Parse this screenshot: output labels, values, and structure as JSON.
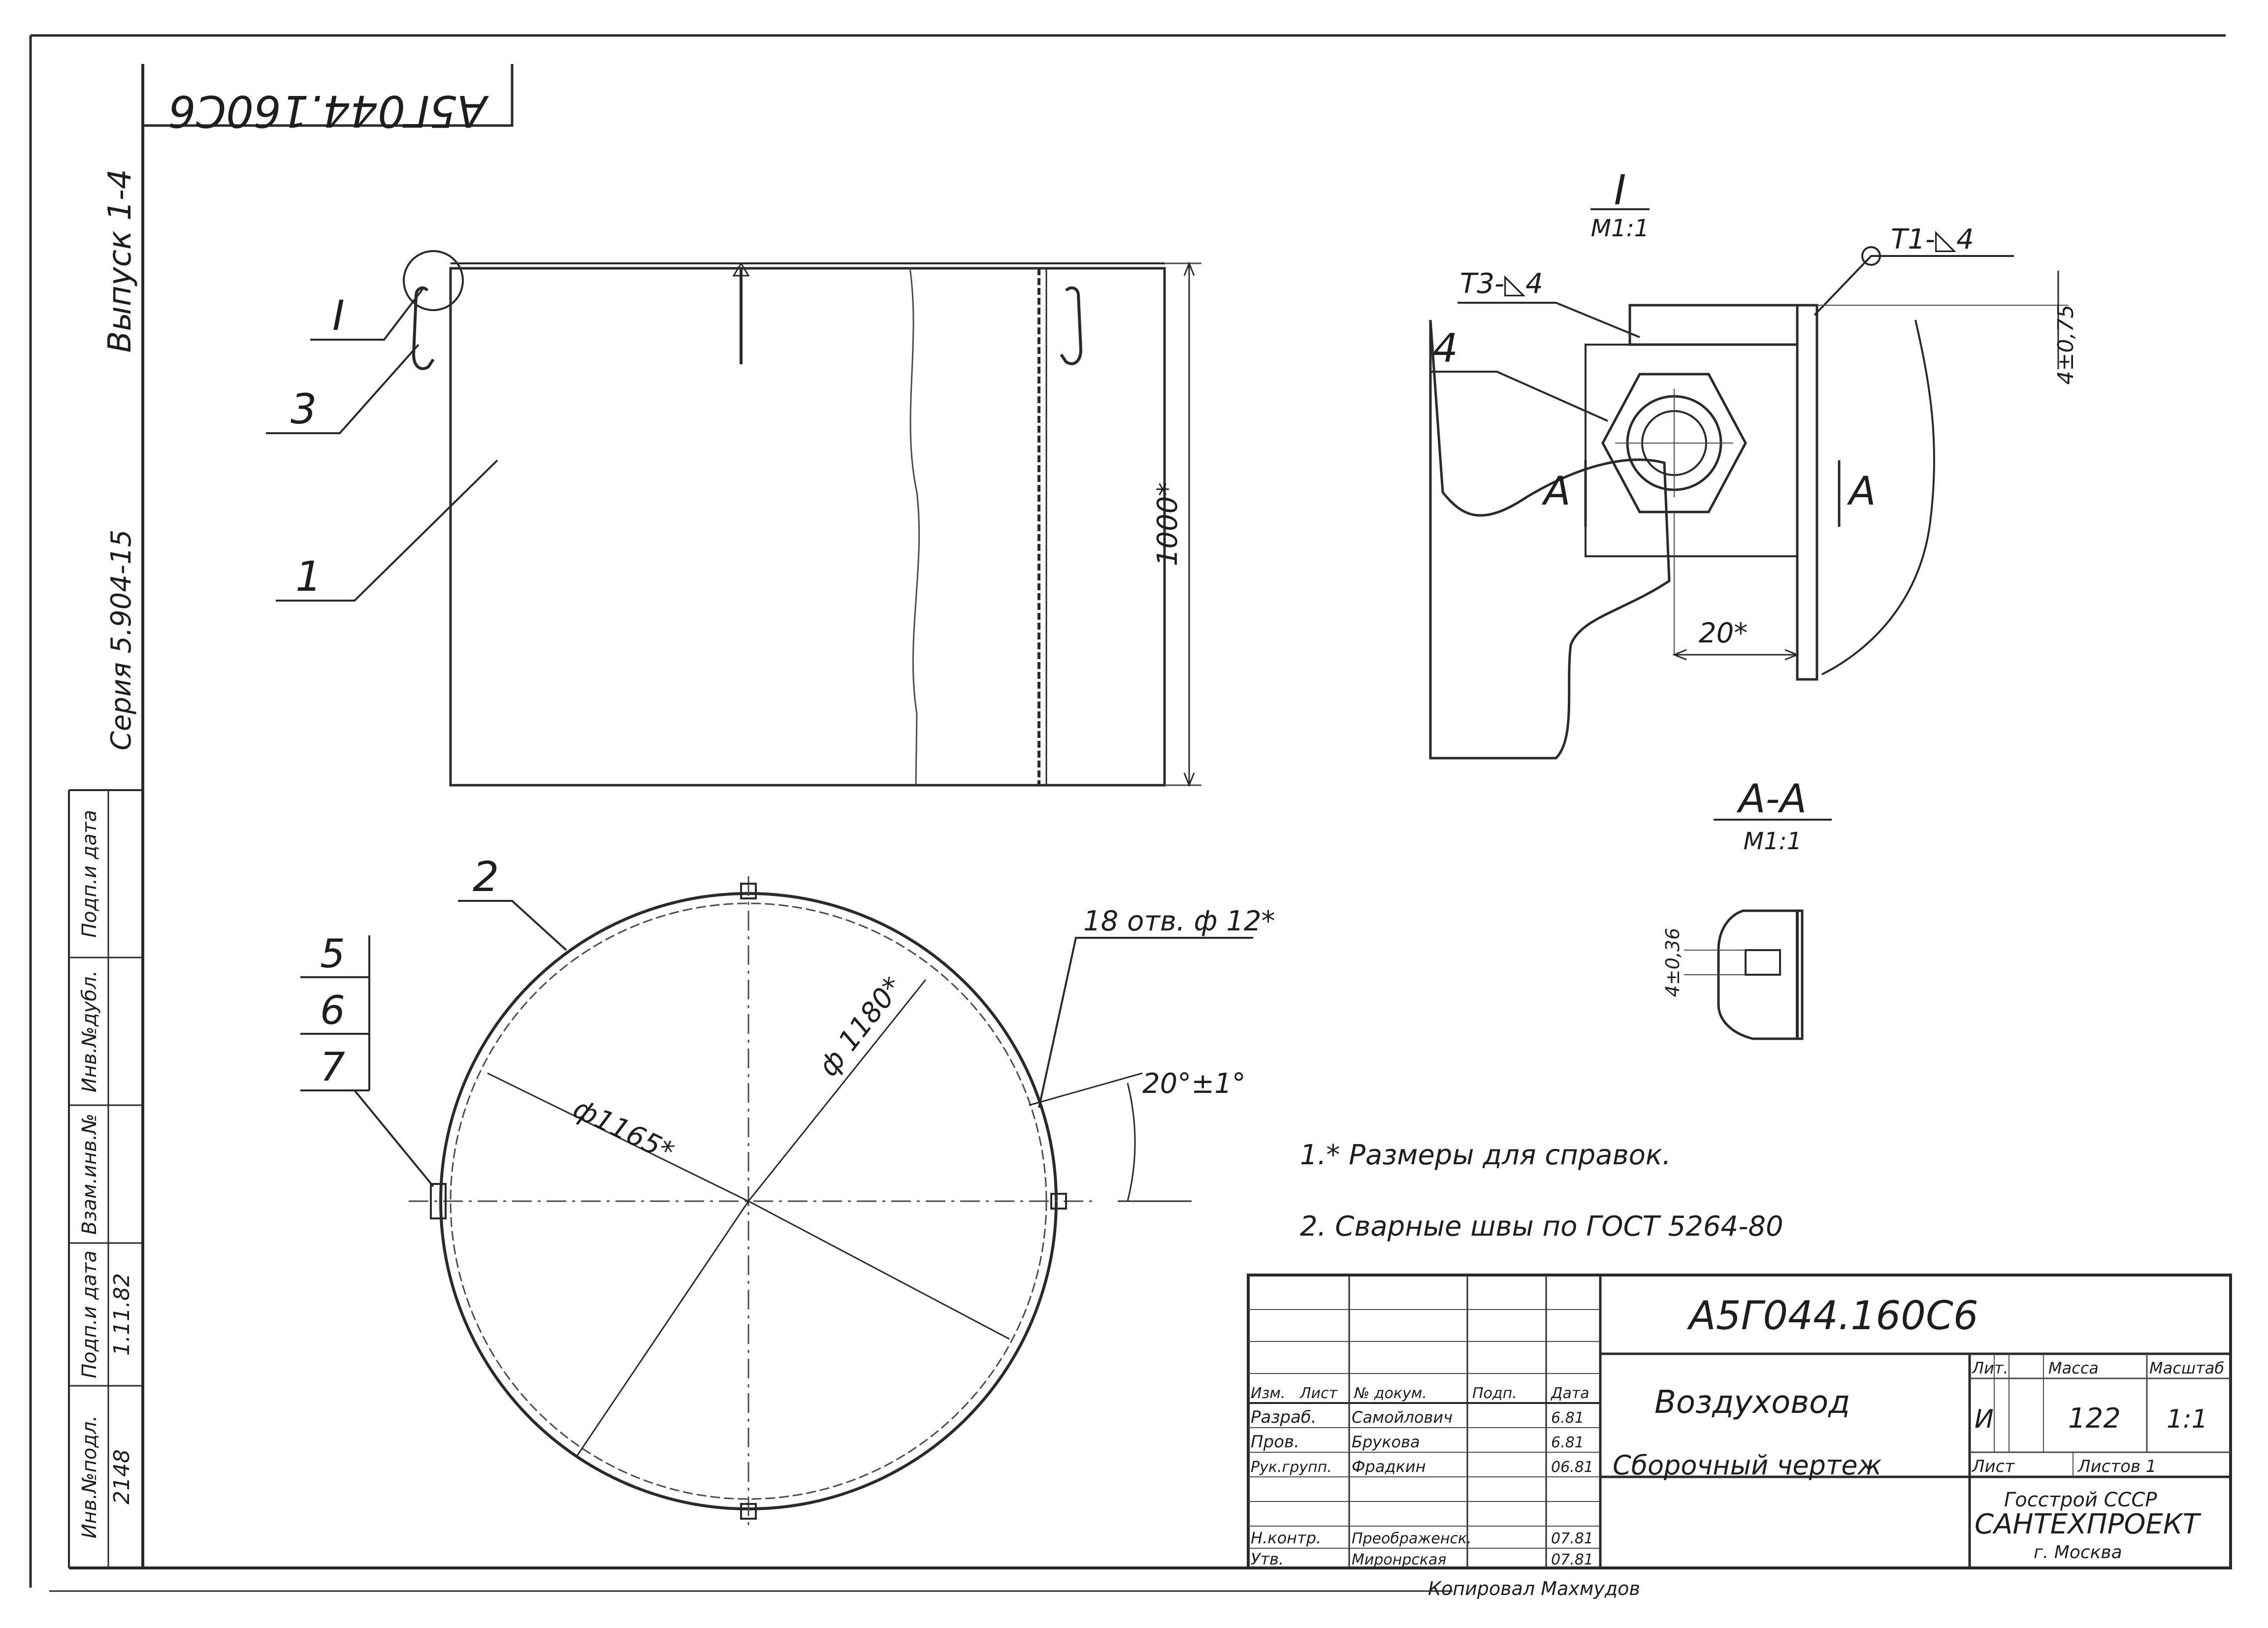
{
  "stamp_code_rotated": "А5Г044.160С6",
  "side_strip": {
    "issue": "Выпуск 1-4",
    "series": "Серия 5.904-15",
    "fields": [
      "Инв.№подл.",
      "Подп.и дата",
      "Взам.инв.№",
      "Инв.№дубл.",
      "Подп.и дата"
    ],
    "inv_number": "2148",
    "sign_date": "1.11.82"
  },
  "front_view": {
    "labels": [
      "I",
      "3",
      "1"
    ],
    "height_dim": "1000*"
  },
  "detail_I": {
    "title": "I",
    "scale": "М1:1",
    "weld_1": "Т3-◺4",
    "weld_2": "Т1-◺4",
    "label": "4",
    "cut_left": "А",
    "cut_right": "А",
    "dim_20": "20*",
    "dim_gap": "4±0,75"
  },
  "section_AA": {
    "title": "А-А",
    "scale": "М1:1",
    "dim": "4±0,36"
  },
  "plan_view": {
    "label_2": "2",
    "labels_567": [
      "5",
      "6",
      "7"
    ],
    "holes": "18 отв. ф 12*",
    "dia_1180": "ф 1180*",
    "dia_1165": "ф1165*",
    "angle": "20°±1°"
  },
  "notes": [
    "1.* Размеры для справок.",
    "2. Сварные швы по ГОСТ 5264-80"
  ],
  "title_block": {
    "doc_code": "А5Г044.160С6",
    "name_line1": "Воздуховод",
    "name_line2": "Сборочный чертеж",
    "head_row": [
      "Изм.",
      "Лист",
      "№ докум.",
      "Подп.",
      "Дата"
    ],
    "rows": [
      {
        "role": "Разраб.",
        "name": "Самойлович",
        "date": "6.81"
      },
      {
        "role": "Пров.",
        "name": "Брукова",
        "date": "6.81"
      },
      {
        "role": "Рук.групп.",
        "name": "Фрадкин",
        "date": "06.81"
      },
      {
        "role": "Н.контр.",
        "name": "Преображенск.",
        "date": "07.81"
      },
      {
        "role": "Утв.",
        "name": "Миронрская",
        "date": "07.81"
      }
    ],
    "lit_header": "Лит.",
    "mass_header": "Масса",
    "scale_header": "Масштаб",
    "lit_value": "И",
    "mass_value": "122",
    "scale_value": "1:1",
    "sheet_label": "Лист",
    "sheets_label": "Листов 1",
    "org_line1": "Госстрой СССР",
    "org_line2": "САНТЕХПРОЕКТ",
    "org_line3": "г. Москва"
  },
  "footer_text": "Копировал Махмудов"
}
